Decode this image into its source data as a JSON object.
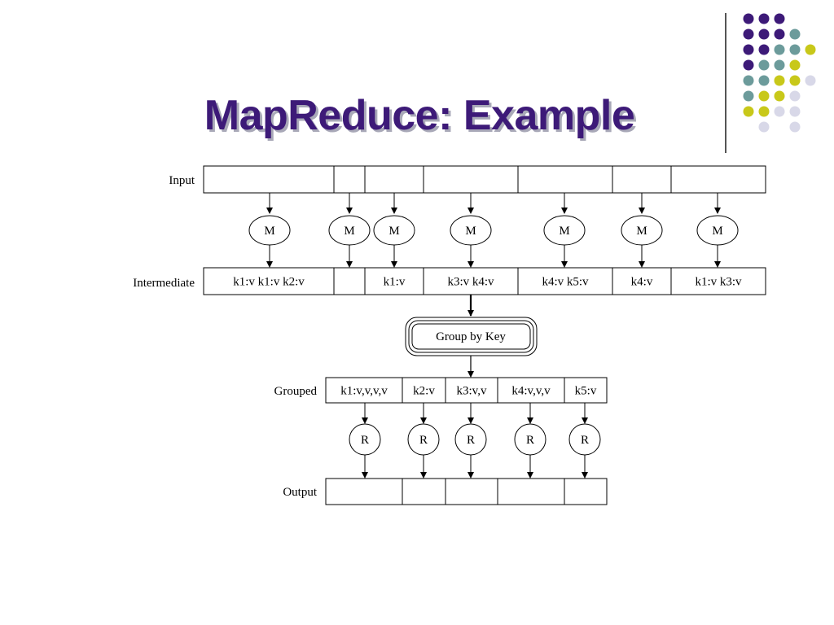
{
  "title": "MapReduce: Example",
  "colors": {
    "title": "#3d1a78",
    "dot_purple": "#3d1a78",
    "dot_teal": "#6c9b9b",
    "dot_yellow": "#c8c81a",
    "dot_lavender": "#d8d8e8"
  },
  "rows": {
    "input": "Input",
    "intermediate": "Intermediate",
    "grouped": "Grouped",
    "output": "Output"
  },
  "intermediate_cells": [
    "k1:v k1:v k2:v",
    "",
    "k1:v",
    "k3:v k4:v",
    "k4:v k5:v",
    "k4:v",
    "k1:v k3:v"
  ],
  "map_label": "M",
  "group_label": "Group by Key",
  "grouped_cells": [
    "k1:v,v,v,v",
    "k2:v",
    "k3:v,v",
    "k4:v,v,v",
    "k5:v"
  ],
  "reduce_label": "R"
}
